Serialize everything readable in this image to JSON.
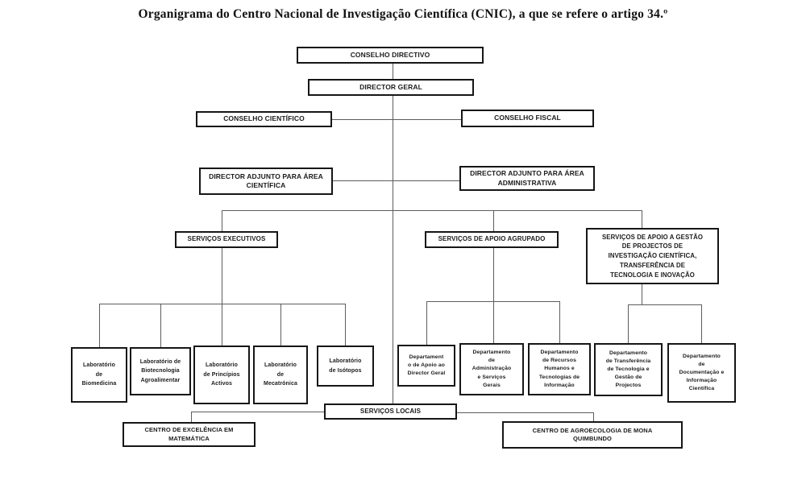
{
  "title": "Organigrama do Centro Nacional de Investigação Científica (CNIC), a que se refere o artigo 34.º",
  "colors": {
    "background": "#ffffff",
    "box_border": "#161616",
    "connector": "#5d5d5d",
    "text": "#1c1c1c"
  },
  "nodes": {
    "conselho_directivo": "CONSELHO DIRECTIVO",
    "director_geral": "DIRECTOR GERAL",
    "conselho_cientifico": "CONSELHO CIENTÍFICO",
    "conselho_fiscal": "CONSELHO FISCAL",
    "director_adjunto_area_cientifica": "DIRECTOR  ADJUNTO PARA  ÁREA\nCIENTÍFICA",
    "director_adjunto_area_administrativa": "DIRECTOR  ADJUNTO PARA  ÁREA\nADMINISTRATIVA",
    "servicos_executivos": "SERVIÇOS EXECUTIVOS",
    "servicos_apoio_agrupado": "SERVIÇOS DE APOIO AGRUPADO",
    "servicos_apoio_gestao": "SERVIÇOS DE APOIO A GESTÃO\nDE PROJECTOS DE\nINVESTIGAÇÃO CIENTÍFICA,\nTRANSFERÊNCIA DE\nTECNOLOGIA E INOVAÇÃO",
    "lab_biomedicina": "Laboratório\nde\nBiomedicina",
    "lab_biotecnologia_agroalimentar": "Laboratório de\nBiotecnologia\nAgroalimentar",
    "lab_principios_activos": "Laboratório\nde Princípios\nActivos",
    "lab_mecatronica": "Laboratório\nde\nMecatrónica",
    "lab_isotopos": "Laboratório\nde Isótopos",
    "dep_apoio_director_geral": "Departament\no de Apoio ao\nDirector Geral",
    "dep_administracao_servicos_gerais": "Departamento\nde\nAdministração\ne Serviços\nGerais",
    "dep_recursos_humanos_ti": "Departamento\nde Recursos\nHumanos e\nTecnologias de\nInformação",
    "dep_transferencia_tecnologia": "Departamento\nde  Transferência\nde Tecnologia e\nGestão de\nProjectos",
    "dep_documentacao_informacao": "Departamento\nde\nDocumentação e\nInformação\nCientífica",
    "servicos_locais": "SERVIÇOS LOCAIS",
    "centro_excelencia_matematica": "CENTRO DE EXCELÊNCIA EM\nMATEMÁTICA",
    "centro_agroecologia_mona_quimbundo": "CENTRO DE AGROECOLOGIA  DE MONA\nQUIMBUNDO"
  }
}
